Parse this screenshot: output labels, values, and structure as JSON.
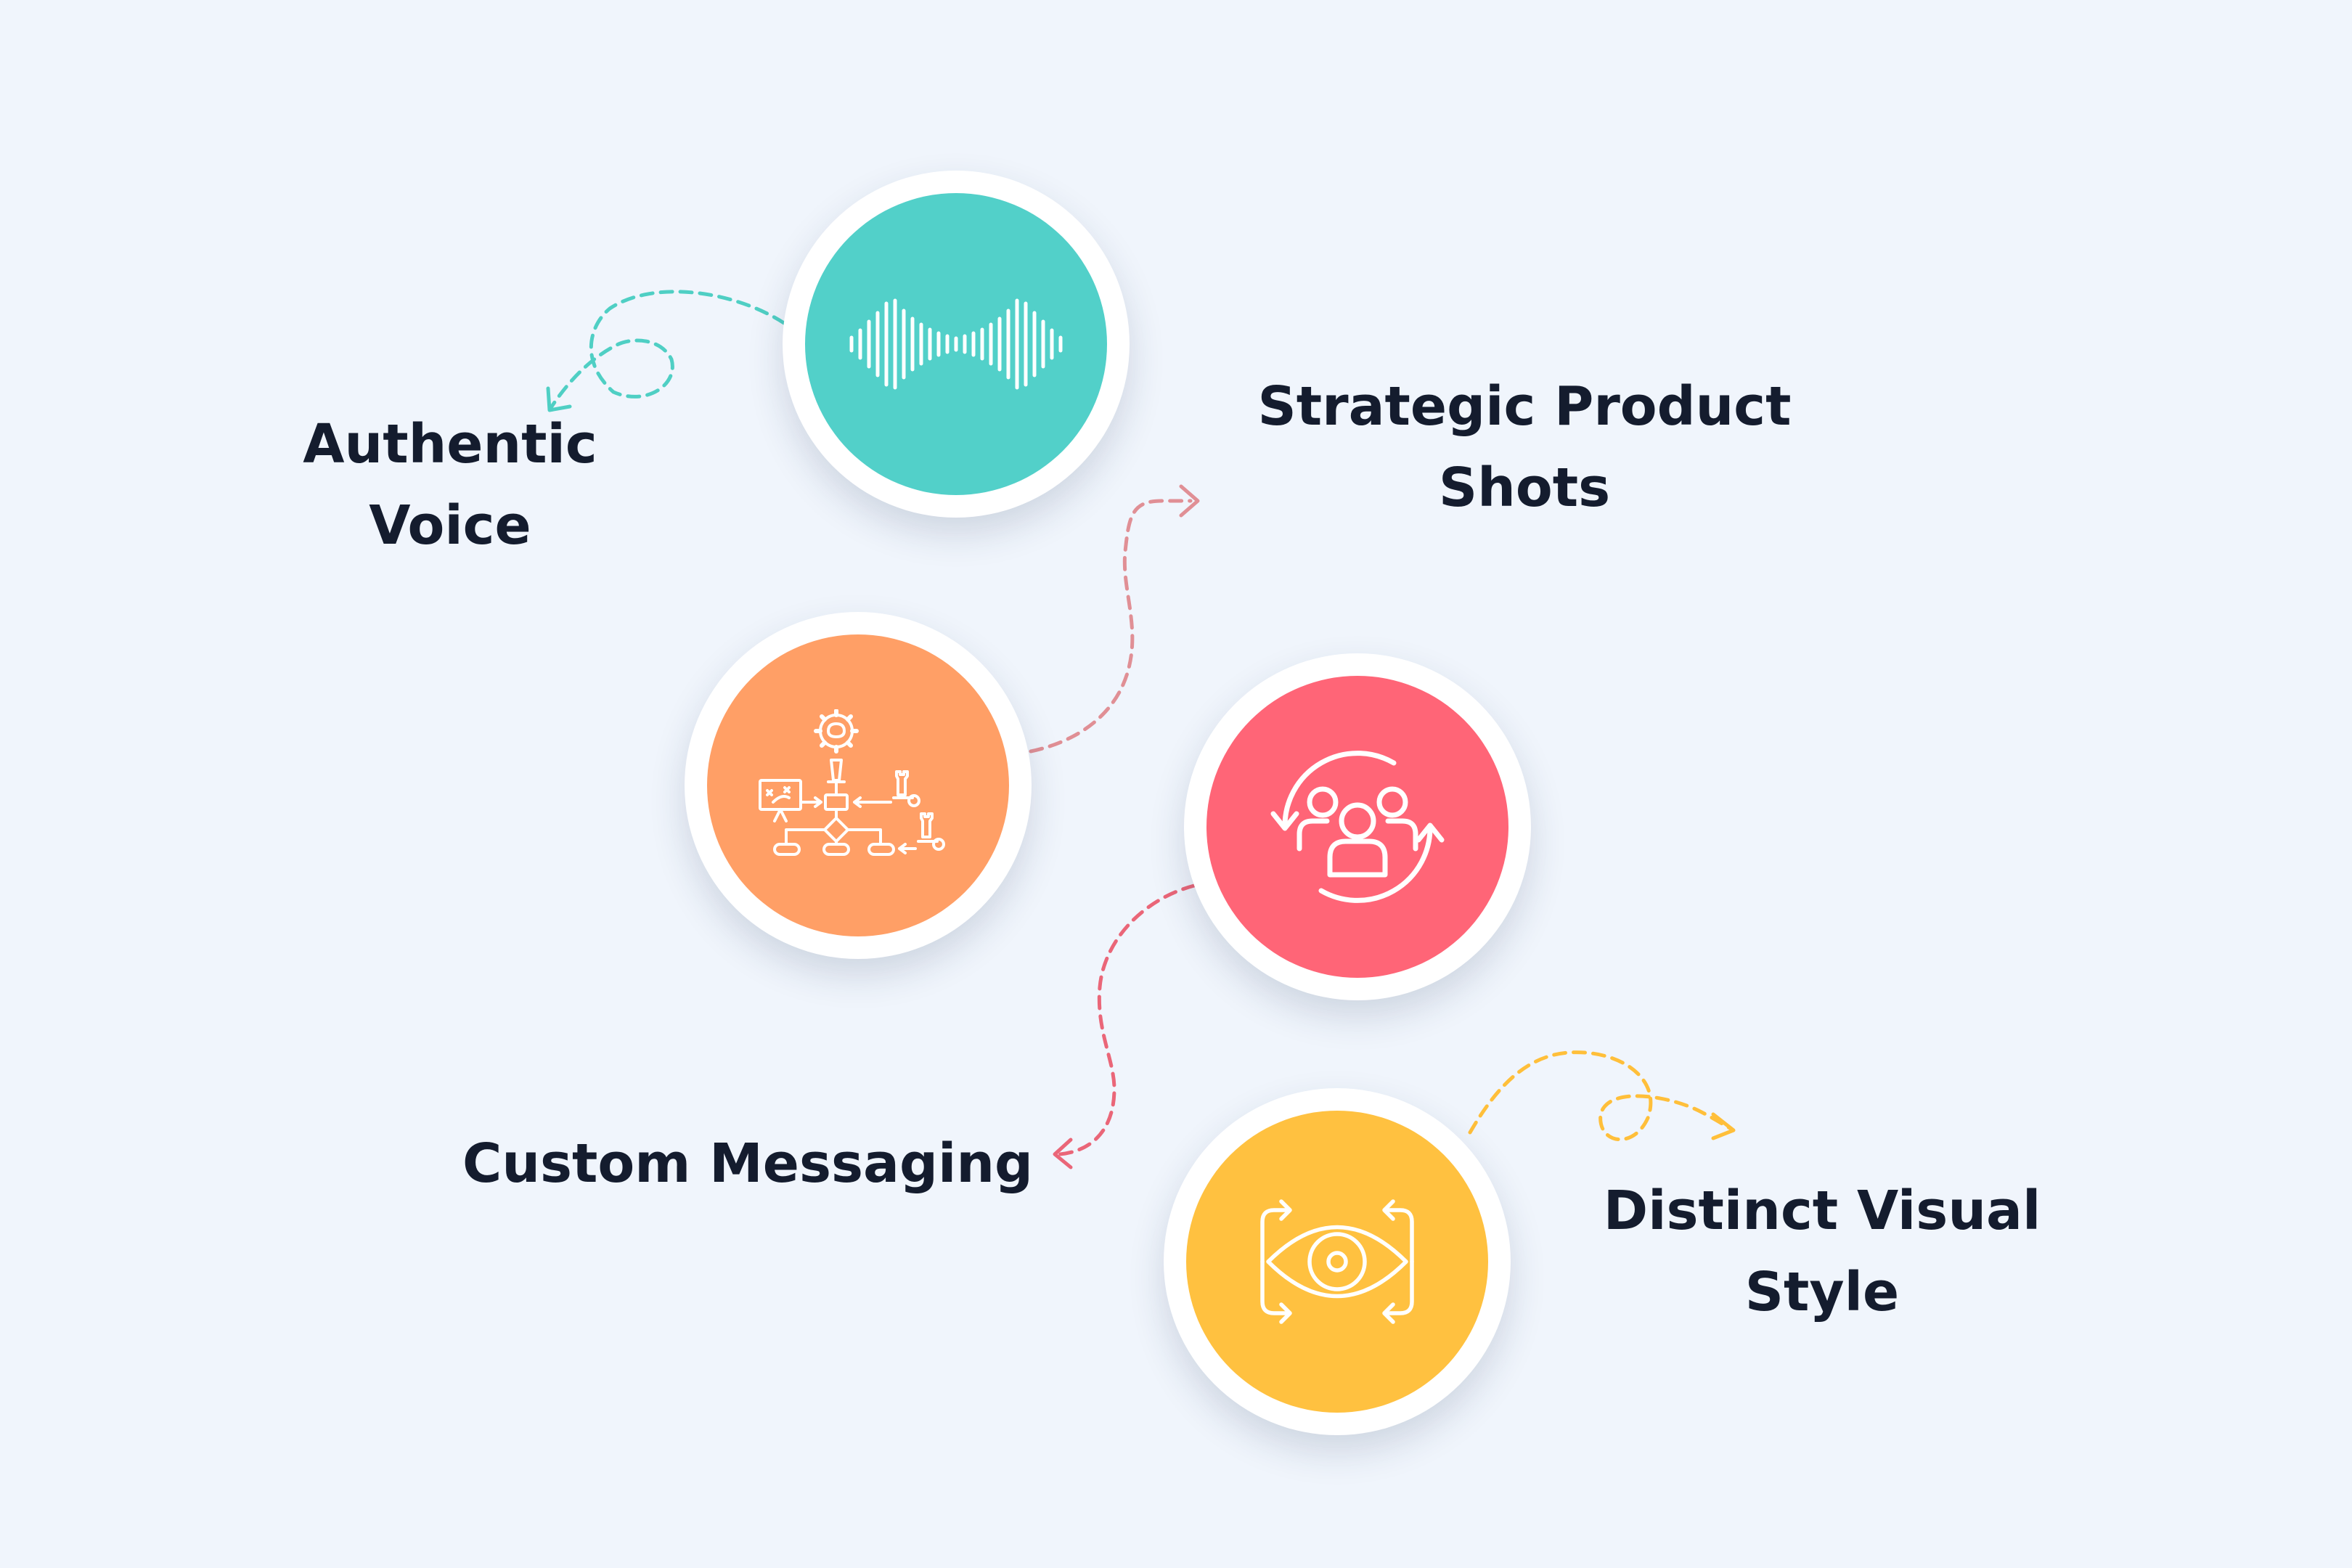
{
  "colors": {
    "background": "#f0f5fc",
    "text": "#141c2e",
    "voice": "#52d0c9",
    "strategy": "#ff9f66",
    "community": "#ff6577",
    "vision": "#ffc140",
    "voice_arrow": "#4fcfc4",
    "strategy_arrow": "#e08f95",
    "community_arrow": "#ea6678",
    "vision_arrow": "#ffbf3a"
  },
  "nodes": [
    {
      "name": "voice",
      "icon": "sound-wave-icon",
      "label_lines": [
        "Authentic",
        "Voice"
      ]
    },
    {
      "name": "strategy",
      "icon": "strategy-flowchart-icon",
      "label_lines": [
        "Strategic Product",
        "Shots"
      ]
    },
    {
      "name": "community",
      "icon": "people-cycle-icon",
      "label_lines": [
        "Custom Messaging"
      ]
    },
    {
      "name": "vision",
      "icon": "eye-arrows-icon",
      "label_lines": [
        "Distinct Visual",
        "Style"
      ]
    }
  ]
}
